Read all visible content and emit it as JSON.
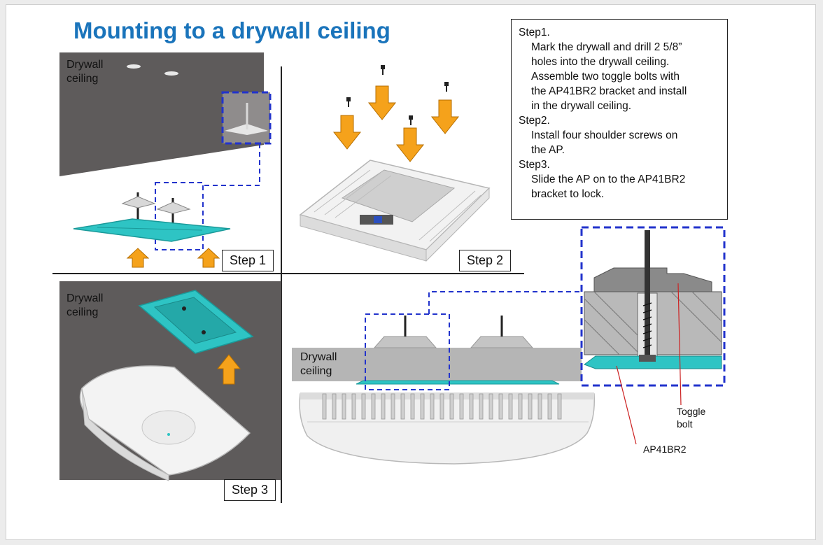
{
  "title": "Mounting to a drywall ceiling",
  "instructions": {
    "step1_heading": "Step1.",
    "step1_lines": [
      "Mark the drywall and drill 2 5/8”",
      "holes into the drywall ceiling.",
      "Assemble two toggle bolts with",
      "the AP41BR2 bracket and install",
      "in the drywall ceiling."
    ],
    "step2_heading": "Step2.",
    "step2_lines": [
      "Install four shoulder screws on",
      "the AP."
    ],
    "step3_heading": "Step3.",
    "step3_lines": [
      "Slide the AP on to the AP41BR2",
      "bracket to lock."
    ]
  },
  "step_labels": {
    "step1": "Step 1",
    "step2": "Step 2",
    "step3": "Step 3"
  },
  "drywall_label": {
    "line1": "Drywall",
    "line2": "ceiling"
  },
  "callouts": {
    "toggle_bolt_line1": "Toggle",
    "toggle_bolt_line2": "bolt",
    "bracket": "AP41BR2"
  },
  "colors": {
    "title": "#1a74bb",
    "arrow": "#f5a21b",
    "bracket": "#2ec4c4",
    "dashed_box": "#2233cc",
    "callout_line": "#cc2222",
    "drywall_dark": "#5e5b5b",
    "drywall_light": "#b5b5b5"
  }
}
